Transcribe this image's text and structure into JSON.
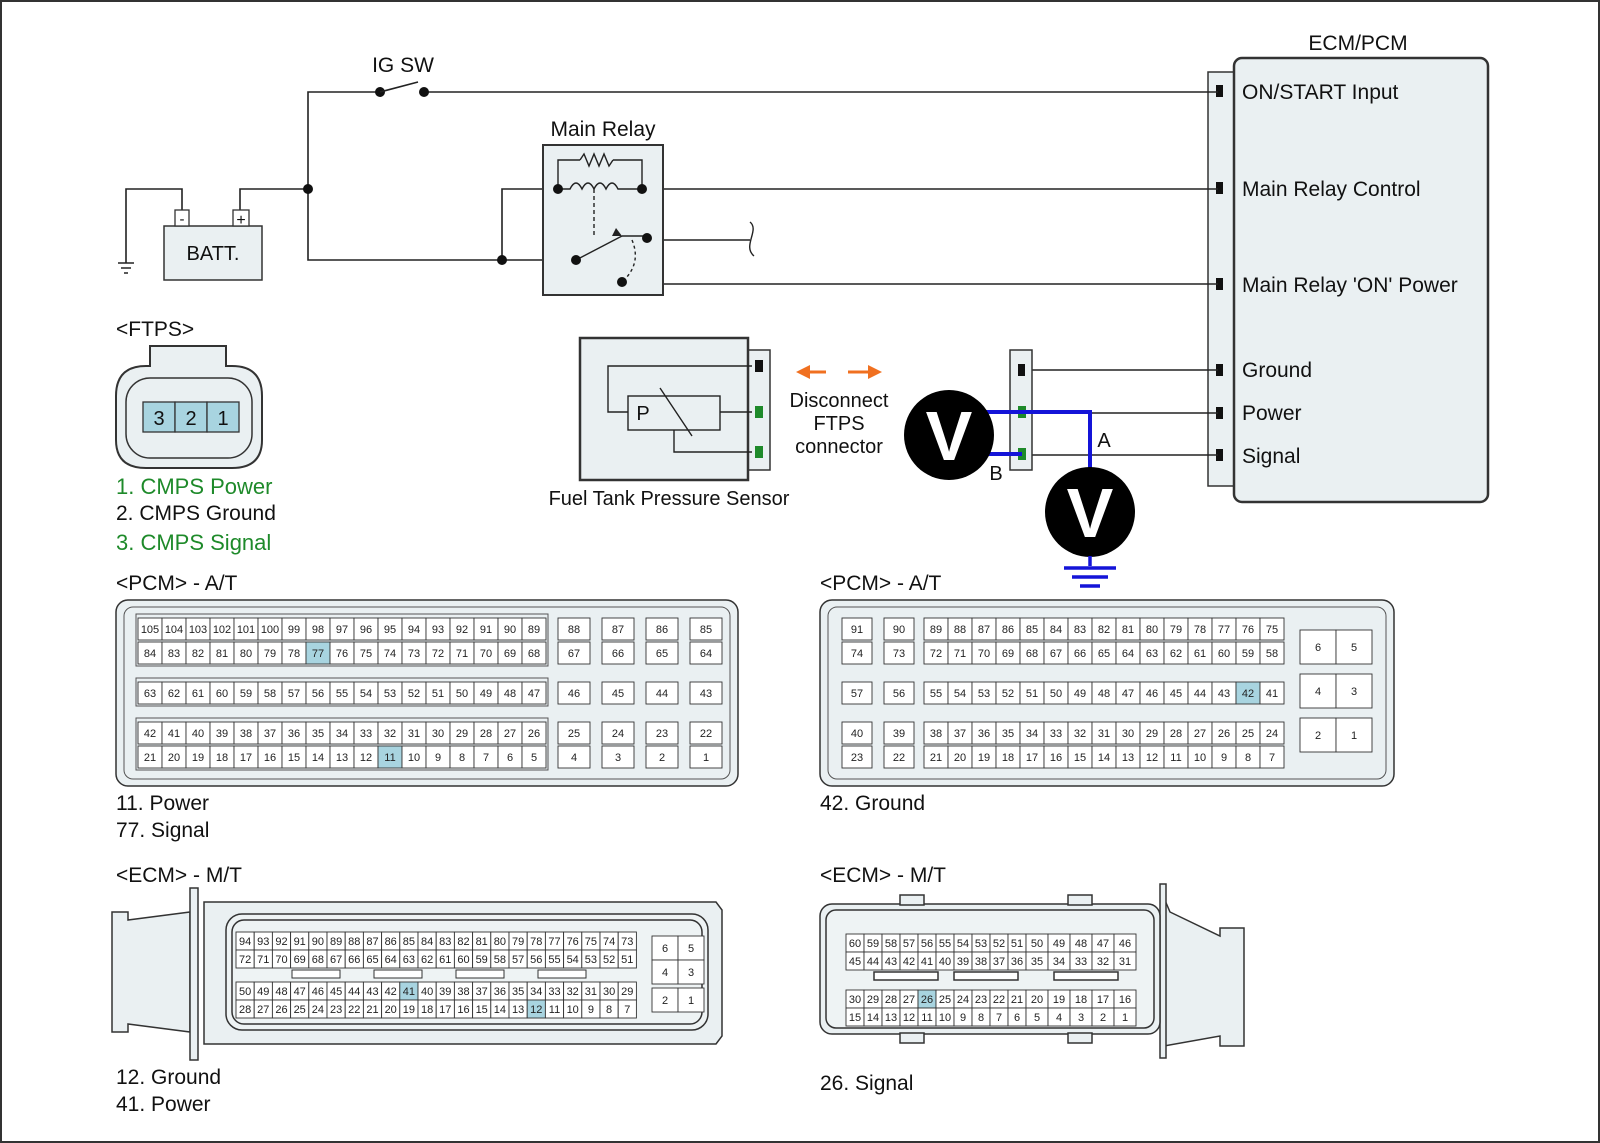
{
  "ecm_title": "ECM/PCM",
  "ecm_pins": [
    "ON/START Input",
    "Main Relay Control",
    "Main Relay 'ON' Power",
    "Ground",
    "Power",
    "Signal"
  ],
  "ig_sw": "IG SW",
  "main_relay": "Main Relay",
  "battery": {
    "label": "BATT.",
    "minus": "-",
    "plus": "+"
  },
  "sensor": {
    "name": "Fuel Tank Pressure Sensor",
    "p": "P"
  },
  "disconnect": [
    "Disconnect",
    "FTPS",
    "connector"
  ],
  "voltmeter": "V",
  "point_a": "A",
  "point_b": "B",
  "ftps": {
    "title": "<FTPS>",
    "pins": [
      "3",
      "2",
      "1"
    ],
    "legend": [
      "1. CMPS Power",
      "2. CMPS Ground",
      "3. CMPS Signal"
    ]
  },
  "pcm1": {
    "title": "<PCM> - A/T",
    "rows": [
      [
        "105",
        "104",
        "103",
        "102",
        "101",
        "100",
        "99",
        "98",
        "97",
        "96",
        "95",
        "94",
        "93",
        "92",
        "91",
        "90",
        "89"
      ],
      [
        "84",
        "83",
        "82",
        "81",
        "80",
        "79",
        "78",
        "77",
        "76",
        "75",
        "74",
        "73",
        "72",
        "71",
        "70",
        "69",
        "68"
      ],
      [
        "63",
        "62",
        "61",
        "60",
        "59",
        "58",
        "57",
        "56",
        "55",
        "54",
        "53",
        "52",
        "51",
        "50",
        "49",
        "48",
        "47"
      ],
      [
        "42",
        "41",
        "40",
        "39",
        "38",
        "37",
        "36",
        "35",
        "34",
        "33",
        "32",
        "31",
        "30",
        "29",
        "28",
        "27",
        "26"
      ],
      [
        "21",
        "20",
        "19",
        "18",
        "17",
        "16",
        "15",
        "14",
        "13",
        "12",
        "11",
        "10",
        "9",
        "8",
        "7",
        "6",
        "5"
      ]
    ],
    "side_rows": [
      [
        "88",
        "87",
        "86",
        "85"
      ],
      [
        "67",
        "66",
        "65",
        "64"
      ],
      [
        "46",
        "45",
        "44",
        "43"
      ],
      [
        "25",
        "24",
        "23",
        "22"
      ],
      [
        "4",
        "3",
        "2",
        "1"
      ]
    ],
    "highlight": [
      "77",
      "11"
    ],
    "legend": [
      "11. Power",
      "77. Signal"
    ]
  },
  "pcm2": {
    "title": "<PCM> - A/T",
    "left_rows": [
      [
        "91",
        "90"
      ],
      [
        "74",
        "73"
      ],
      [
        "57",
        "56"
      ],
      [
        "40",
        "39"
      ],
      [
        "23",
        "22"
      ]
    ],
    "rows": [
      [
        "89",
        "88",
        "87",
        "86",
        "85",
        "84",
        "83",
        "82",
        "81",
        "80",
        "79",
        "78",
        "77",
        "76",
        "75"
      ],
      [
        "72",
        "71",
        "70",
        "69",
        "68",
        "67",
        "66",
        "65",
        "64",
        "63",
        "62",
        "61",
        "60",
        "59",
        "58"
      ],
      [
        "55",
        "54",
        "53",
        "52",
        "51",
        "50",
        "49",
        "48",
        "47",
        "46",
        "45",
        "44",
        "43",
        "42",
        "41"
      ],
      [
        "38",
        "37",
        "36",
        "35",
        "34",
        "33",
        "32",
        "31",
        "30",
        "29",
        "28",
        "27",
        "26",
        "25",
        "24"
      ],
      [
        "21",
        "20",
        "19",
        "18",
        "17",
        "16",
        "15",
        "14",
        "13",
        "12",
        "11",
        "10",
        "9",
        "8",
        "7"
      ]
    ],
    "right_rows": [
      [
        "6",
        "5"
      ],
      [
        "4",
        "3"
      ],
      [
        "2",
        "1"
      ]
    ],
    "highlight": [
      "42"
    ],
    "legend": [
      "42. Ground"
    ]
  },
  "ecm1": {
    "title": "<ECM> - M/T",
    "rows": [
      [
        "94",
        "93",
        "92",
        "91",
        "90",
        "89",
        "88",
        "87",
        "86",
        "85",
        "84",
        "83",
        "82",
        "81",
        "80",
        "79",
        "78",
        "77",
        "76",
        "75",
        "74",
        "73"
      ],
      [
        "72",
        "71",
        "70",
        "69",
        "68",
        "67",
        "66",
        "65",
        "64",
        "63",
        "62",
        "61",
        "60",
        "59",
        "58",
        "57",
        "56",
        "55",
        "54",
        "53",
        "52",
        "51"
      ],
      [
        "50",
        "49",
        "48",
        "47",
        "46",
        "45",
        "44",
        "43",
        "42",
        "41",
        "40",
        "39",
        "38",
        "37",
        "36",
        "35",
        "34",
        "33",
        "32",
        "31",
        "30",
        "29"
      ],
      [
        "28",
        "27",
        "26",
        "25",
        "24",
        "23",
        "22",
        "21",
        "20",
        "19",
        "18",
        "17",
        "16",
        "15",
        "14",
        "13",
        "12",
        "11",
        "10",
        "9",
        "8",
        "7"
      ]
    ],
    "side_rows": [
      [
        "6",
        "5"
      ],
      [
        "4",
        "3"
      ],
      [
        "2",
        "1"
      ]
    ],
    "highlight": [
      "41",
      "12"
    ],
    "legend": [
      "12. Ground",
      "41. Power"
    ]
  },
  "ecm2": {
    "title": "<ECM> - M/T",
    "rows": [
      [
        "60",
        "59",
        "58",
        "57",
        "56",
        "55",
        "54",
        "53",
        "52",
        "51",
        "50",
        "49",
        "48",
        "47",
        "46"
      ],
      [
        "45",
        "44",
        "43",
        "42",
        "41",
        "40",
        "39",
        "38",
        "37",
        "36",
        "35",
        "34",
        "33",
        "32",
        "31"
      ],
      [
        "30",
        "29",
        "28",
        "27",
        "26",
        "25",
        "24",
        "23",
        "22",
        "21",
        "20",
        "19",
        "18",
        "17",
        "16"
      ],
      [
        "15",
        "14",
        "13",
        "12",
        "11",
        "10",
        "9",
        "8",
        "7",
        "6",
        "5",
        "4",
        "3",
        "2",
        "1"
      ]
    ],
    "highlight": [
      "26"
    ],
    "legend": [
      "26. Signal"
    ]
  },
  "colors": {
    "wire": "#222222",
    "meter_wire": "#1414d8",
    "arrow": "#f07020",
    "pin_green": "#1e8a2a",
    "highlight": "#a8d4e0",
    "connector_fill": "#e9eef0",
    "ecm_fill": "#eaf0f2"
  }
}
